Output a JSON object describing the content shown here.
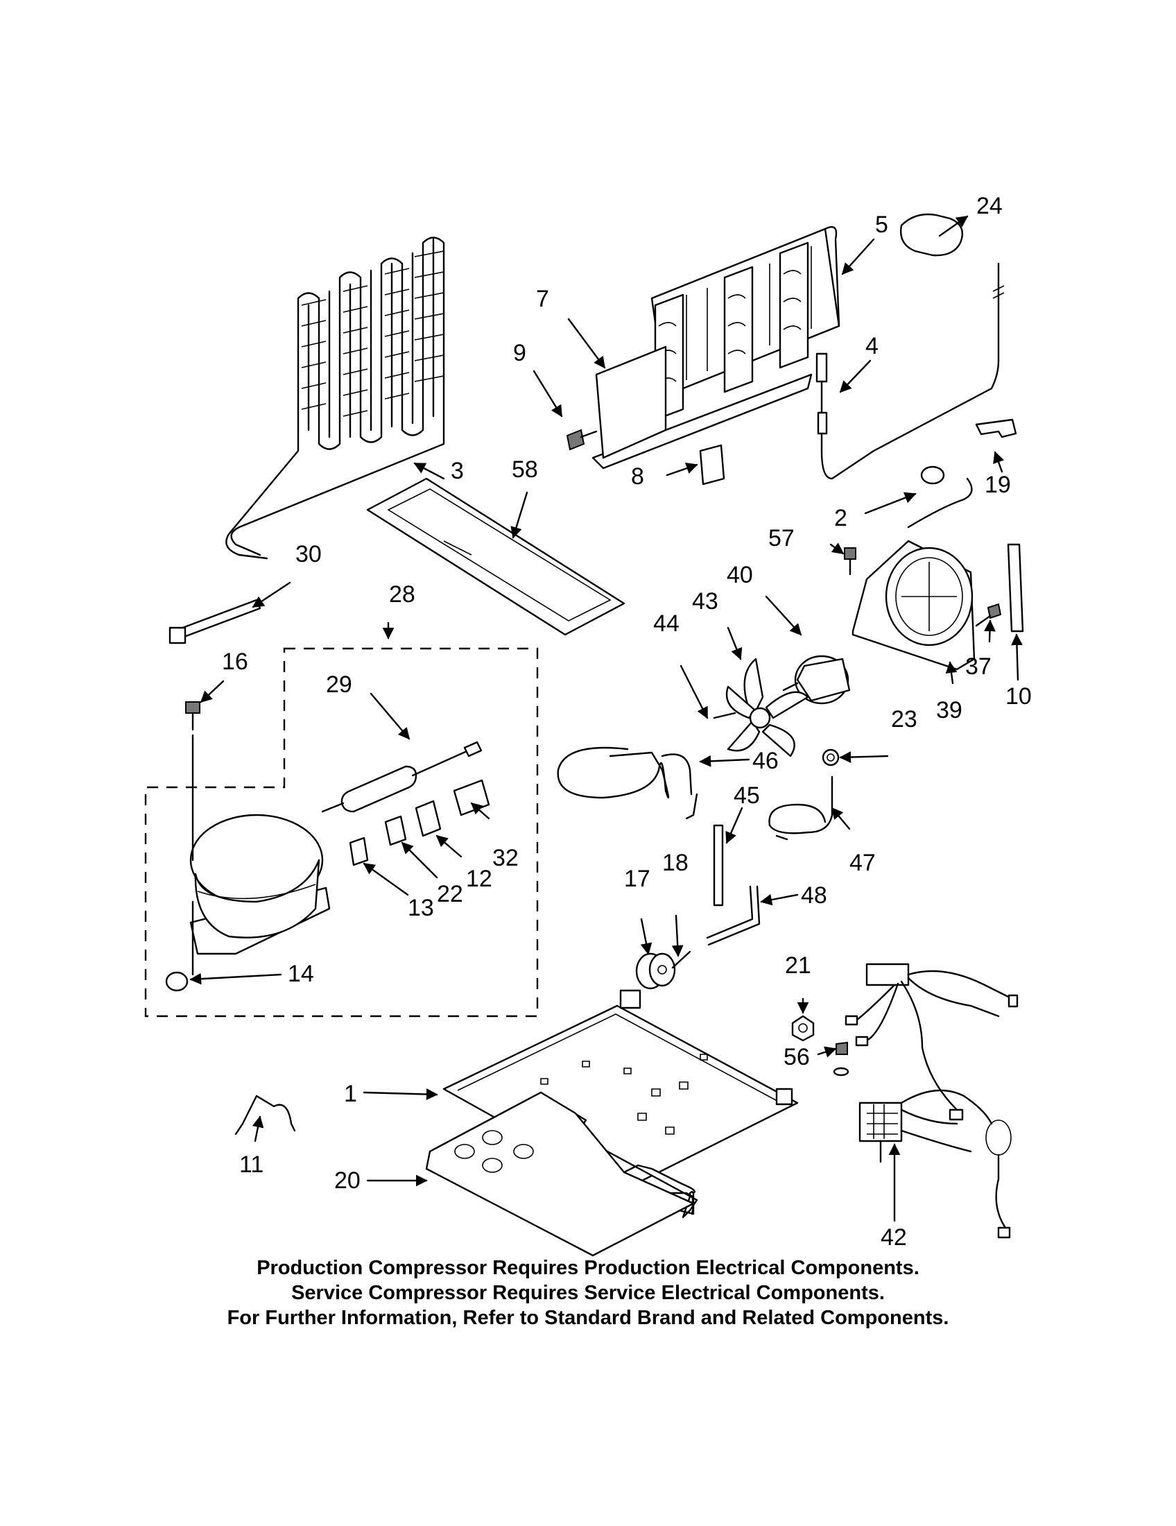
{
  "diagram_title": "",
  "callouts": [
    "1",
    "2",
    "3",
    "4",
    "5",
    "7",
    "8",
    "9",
    "10",
    "11",
    "12",
    "13",
    "14",
    "16",
    "17",
    "18",
    "19",
    "20",
    "21",
    "22",
    "23",
    "24",
    "28",
    "29",
    "30",
    "32",
    "37",
    "39",
    "40",
    "42",
    "43",
    "44",
    "45",
    "46",
    "47",
    "48",
    "56",
    "57",
    "58"
  ],
  "caption": {
    "line1": "Production Compressor Requires Production Electrical Components.",
    "line2": "Service Compressor Requires Service Electrical Components.",
    "line3": "For Further Information, Refer to Standard Brand and Related Components."
  }
}
